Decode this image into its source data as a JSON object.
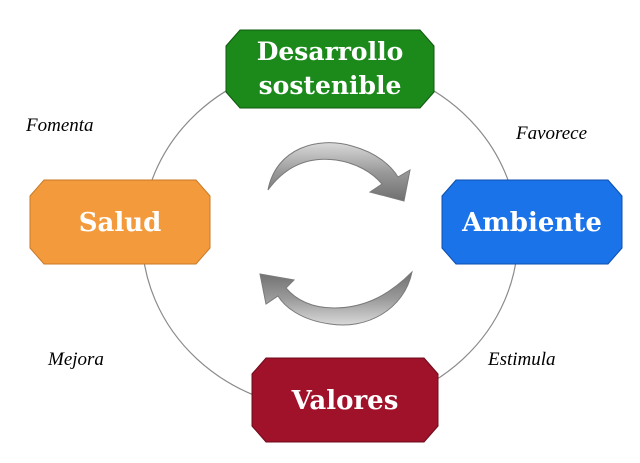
{
  "nodes": {
    "top": {
      "label_line1": "Desarrollo",
      "label_line2": "sostenible",
      "color": "#1b8a1b"
    },
    "right": {
      "label": "Ambiente",
      "color": "#1a73e8"
    },
    "bottom": {
      "label": "Valores",
      "color": "#a0112a"
    },
    "left": {
      "label": "Salud",
      "color": "#f39b3c"
    }
  },
  "edges": {
    "top_right": "Favorece",
    "right_bottom": "Estimula",
    "bottom_left": "Mejora",
    "left_top": "Fomenta"
  },
  "arrow_color": "#8c8c8c"
}
